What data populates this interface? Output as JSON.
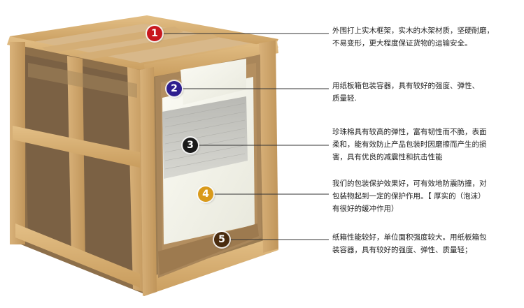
{
  "callouts": [
    {
      "number": "1",
      "color": "#c8171e",
      "lines": [
        "外围打上实木框架，实木的木架材质，坚硬耐磨，",
        "不易变形，更大程度保证货物的运输安全。"
      ]
    },
    {
      "number": "2",
      "color": "#2e1f8f",
      "lines": [
        "用纸板箱包装容器，具有较好的强度、弹性、",
        "质量轻."
      ]
    },
    {
      "number": "3",
      "color": "#1a1a1a",
      "lines": [
        "珍珠棉具有较高的弹性，富有韧性而不脆，表面",
        "柔和，能有效防止产品包装时因磨擦而产生的损",
        "害，具有优良的减震性和抗击性能"
      ]
    },
    {
      "number": "4",
      "color": "#d99a1a",
      "lines": [
        "我们的包装保护效果好，可有效地防震防撞，对",
        "包装物起到一定的保护作用。【 厚实的（泡沫）",
        "有很好的缓冲作用）"
      ]
    },
    {
      "number": "5",
      "color": "#4a2c0f",
      "lines": [
        "纸箱性能较好，单位面积强度较大。用纸板箱包",
        "装容器，具有较好的强度、弹性、质量轻；"
      ]
    }
  ]
}
